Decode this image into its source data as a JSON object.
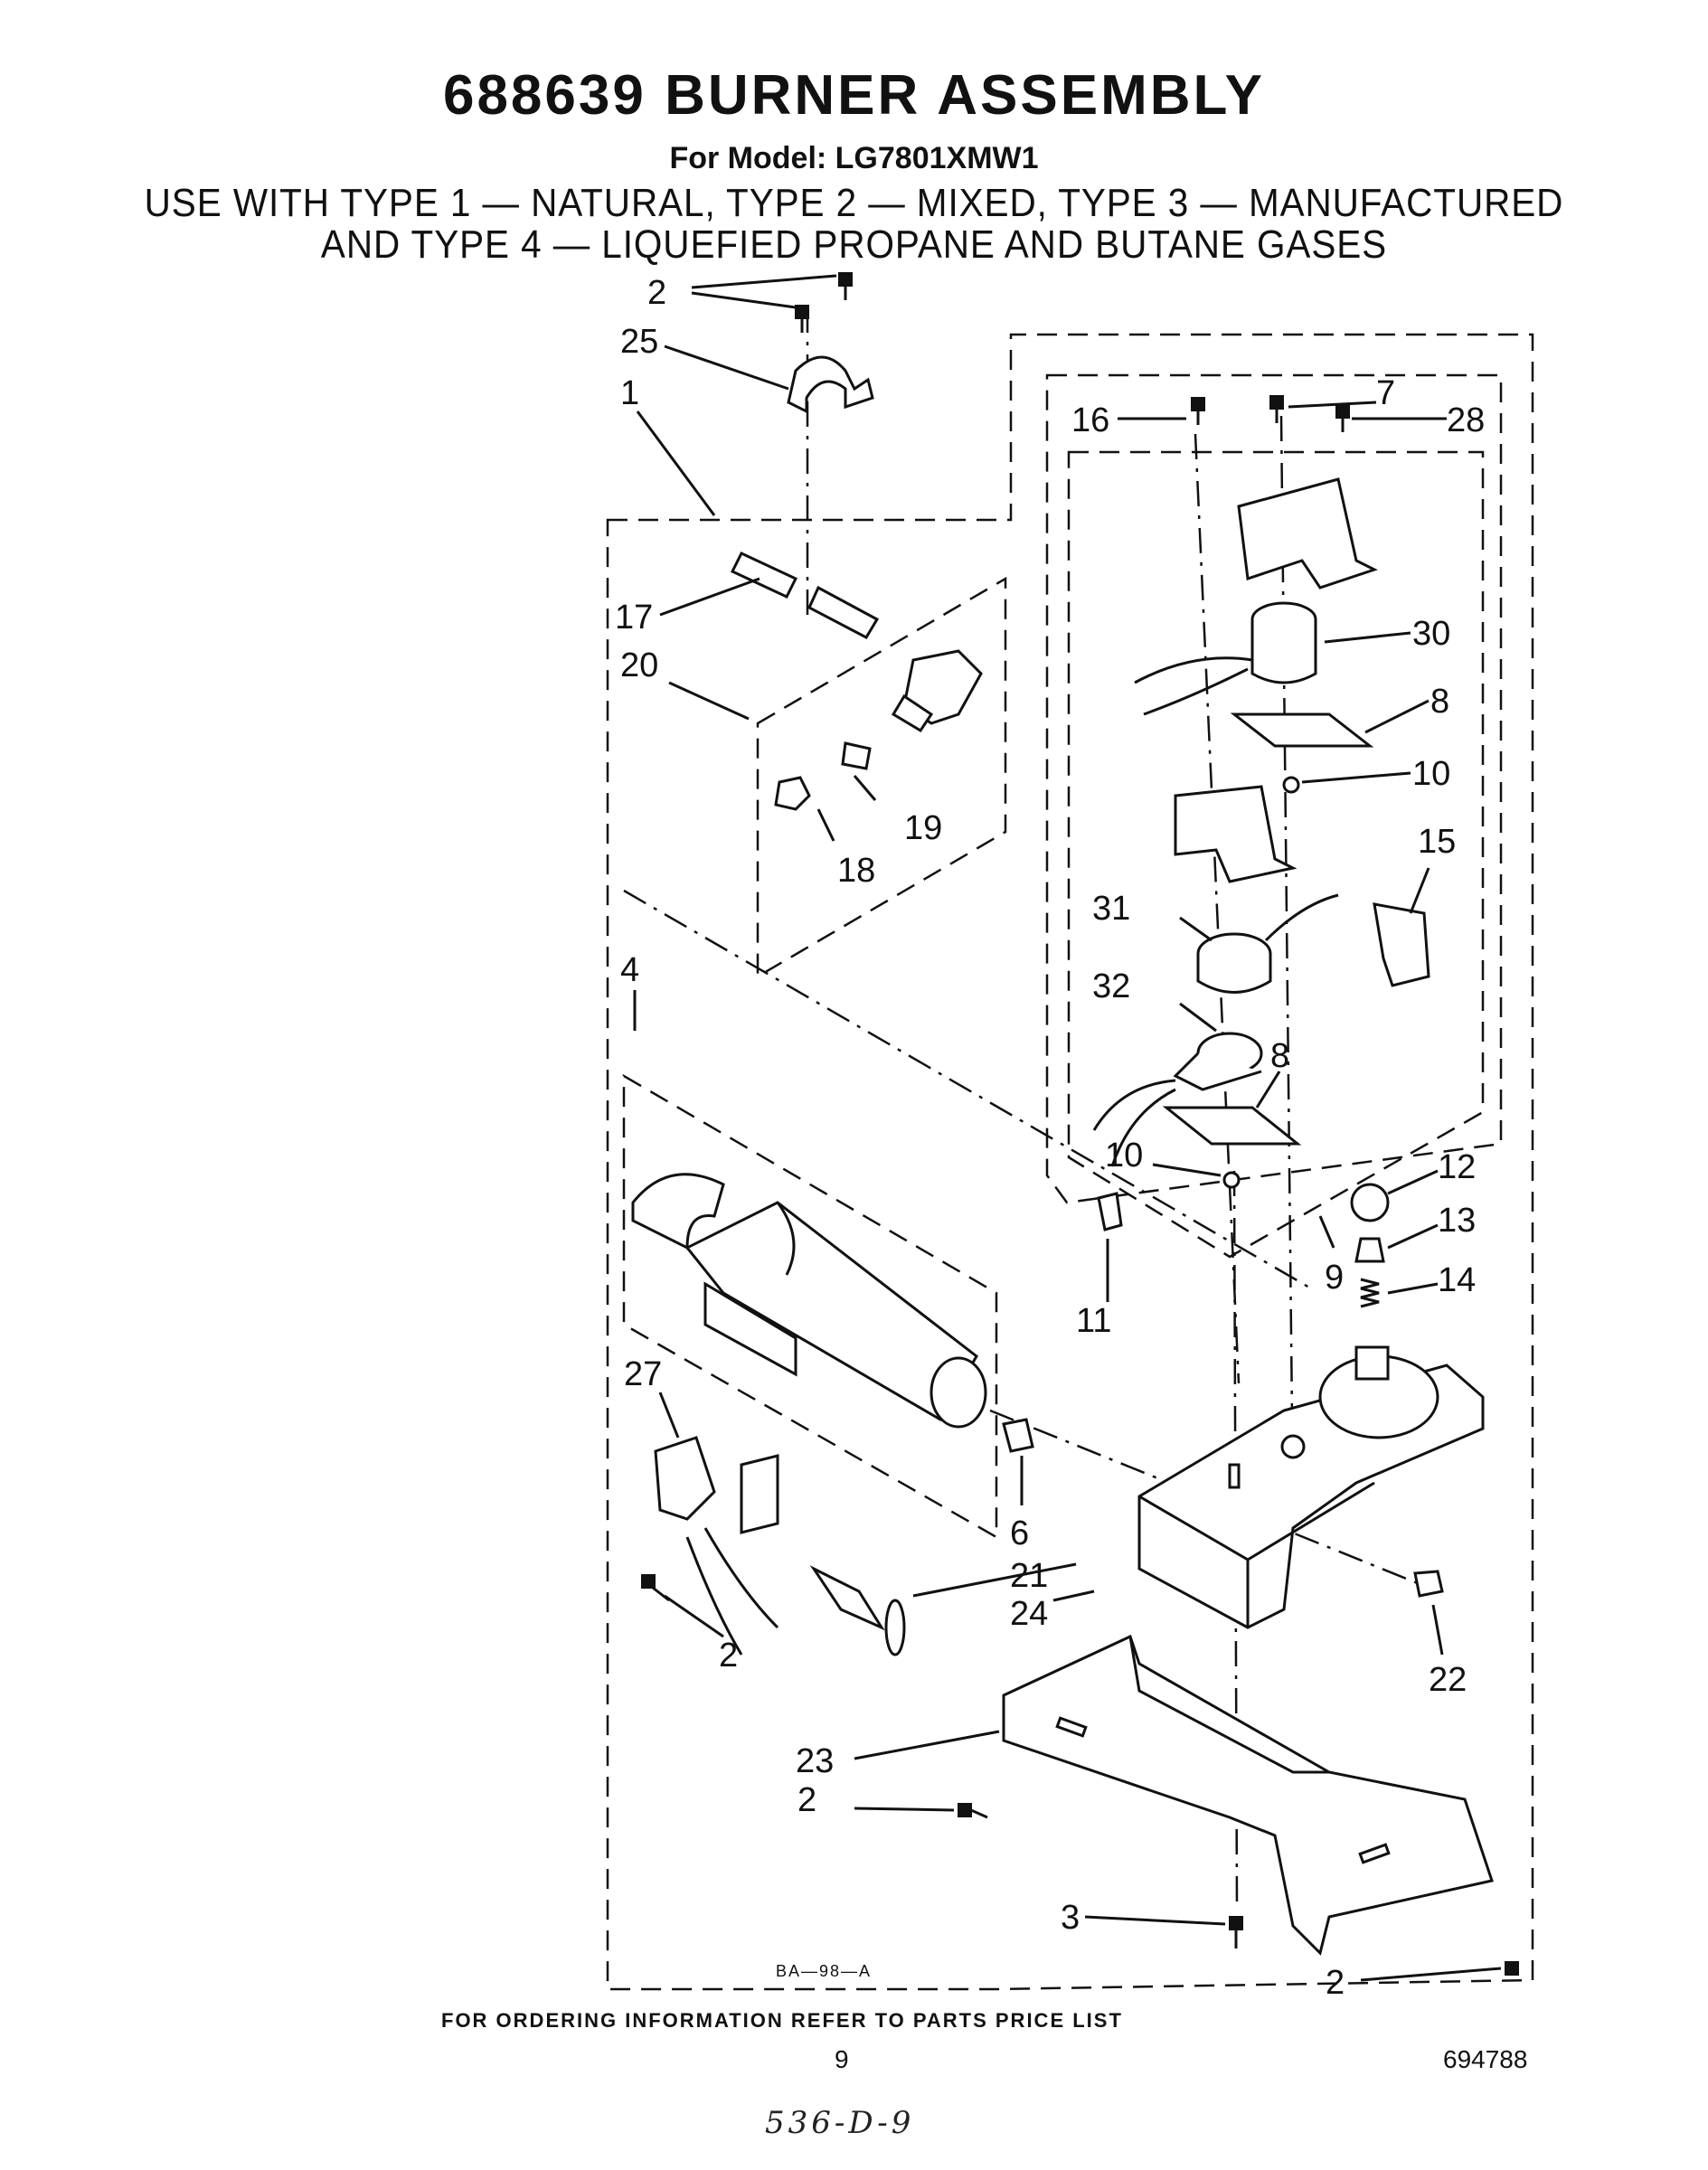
{
  "header": {
    "title": "688639 BURNER ASSEMBLY",
    "model": "For Model: LG7801XMW1",
    "use_line_1": "USE WITH TYPE 1 — NATURAL, TYPE 2 — MIXED, TYPE 3 — MANUFACTURED",
    "use_line_2": "AND TYPE 4 — LIQUEFIED PROPANE AND BUTANE GASES"
  },
  "diagram": {
    "drawing_code": "BA—98—A",
    "callouts": {
      "c1": "1",
      "c2a": "2",
      "c2b": "2",
      "c2c": "2",
      "c2d": "2",
      "c3": "3",
      "c4": "4",
      "c6": "6",
      "c7": "7",
      "c8a": "8",
      "c8b": "8",
      "c9": "9",
      "c10a": "10",
      "c10b": "10",
      "c11": "11",
      "c12": "12",
      "c13": "13",
      "c14": "14",
      "c15": "15",
      "c16": "16",
      "c17": "17",
      "c18": "18",
      "c19": "19",
      "c20": "20",
      "c21": "21",
      "c22": "22",
      "c23": "23",
      "c24": "24",
      "c25": "25",
      "c27": "27",
      "c28": "28",
      "c30": "30",
      "c31": "31",
      "c32": "32"
    }
  },
  "footer": {
    "ordering": "FOR ORDERING INFORMATION REFER TO PARTS PRICE LIST",
    "page_number": "9",
    "document_number": "694788",
    "handwritten": "536-D-9"
  }
}
